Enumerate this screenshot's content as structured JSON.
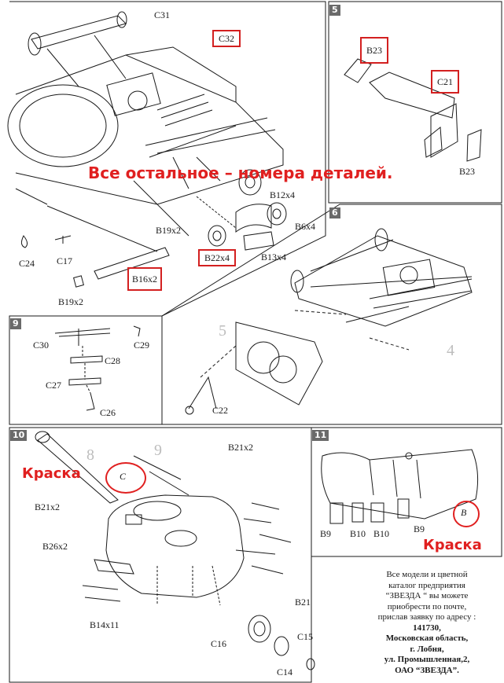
{
  "note_main": "Все остальное – номера деталей.",
  "note_paint_left": "Краска",
  "note_paint_right": "Краска",
  "steps": {
    "s5": "5",
    "s6": "6",
    "s9": "9",
    "s10": "10",
    "s11": "11"
  },
  "ghost": {
    "n5": "5",
    "n4": "4",
    "n8": "8",
    "n9": "9"
  },
  "parts": {
    "c31": "C31",
    "c32": "C32",
    "b23a": "B23",
    "c21": "C21",
    "b23b": "B23",
    "b12x4": "B12x4",
    "b6x4": "B6x4",
    "b19x2a": "B19x2",
    "b22x4": "B22x4",
    "b13x4": "B13x4",
    "b16x2": "B16x2",
    "b19x2b": "B19x2",
    "c24": "C24",
    "c17": "C17",
    "c30": "C30",
    "c29": "C29",
    "c28": "C28",
    "c27": "C27",
    "c26": "C26",
    "c22": "C22",
    "b21x2a": "B21x2",
    "b21x2b": "B21x2",
    "b26x2": "B26x2",
    "b21": "B21",
    "b14x11": "B14x11",
    "c16": "C16",
    "c15": "C15",
    "c14": "C14",
    "b9a": "B9",
    "b10a": "B10",
    "b10b": "B10",
    "b9b": "B9",
    "paint_c": "C",
    "paint_b": "B"
  },
  "footer": {
    "line1": "Все модели и цветной",
    "line2": "каталог предприятия",
    "line3": "“ЗВЕЗДА “ вы можете",
    "line4": "приобрести по почте,",
    "line5": "прислав заявку по адресу :",
    "line6": "141730,",
    "line7": "Московская область,",
    "line8": "г. Лобня,",
    "line9": "ул. Промышленная,2,",
    "line10": "ОАО “ЗВЕЗДА”."
  },
  "colors": {
    "annotation": "#e02020",
    "line_art": "#1a1a1a",
    "step_badge": "#6a6a6a"
  }
}
